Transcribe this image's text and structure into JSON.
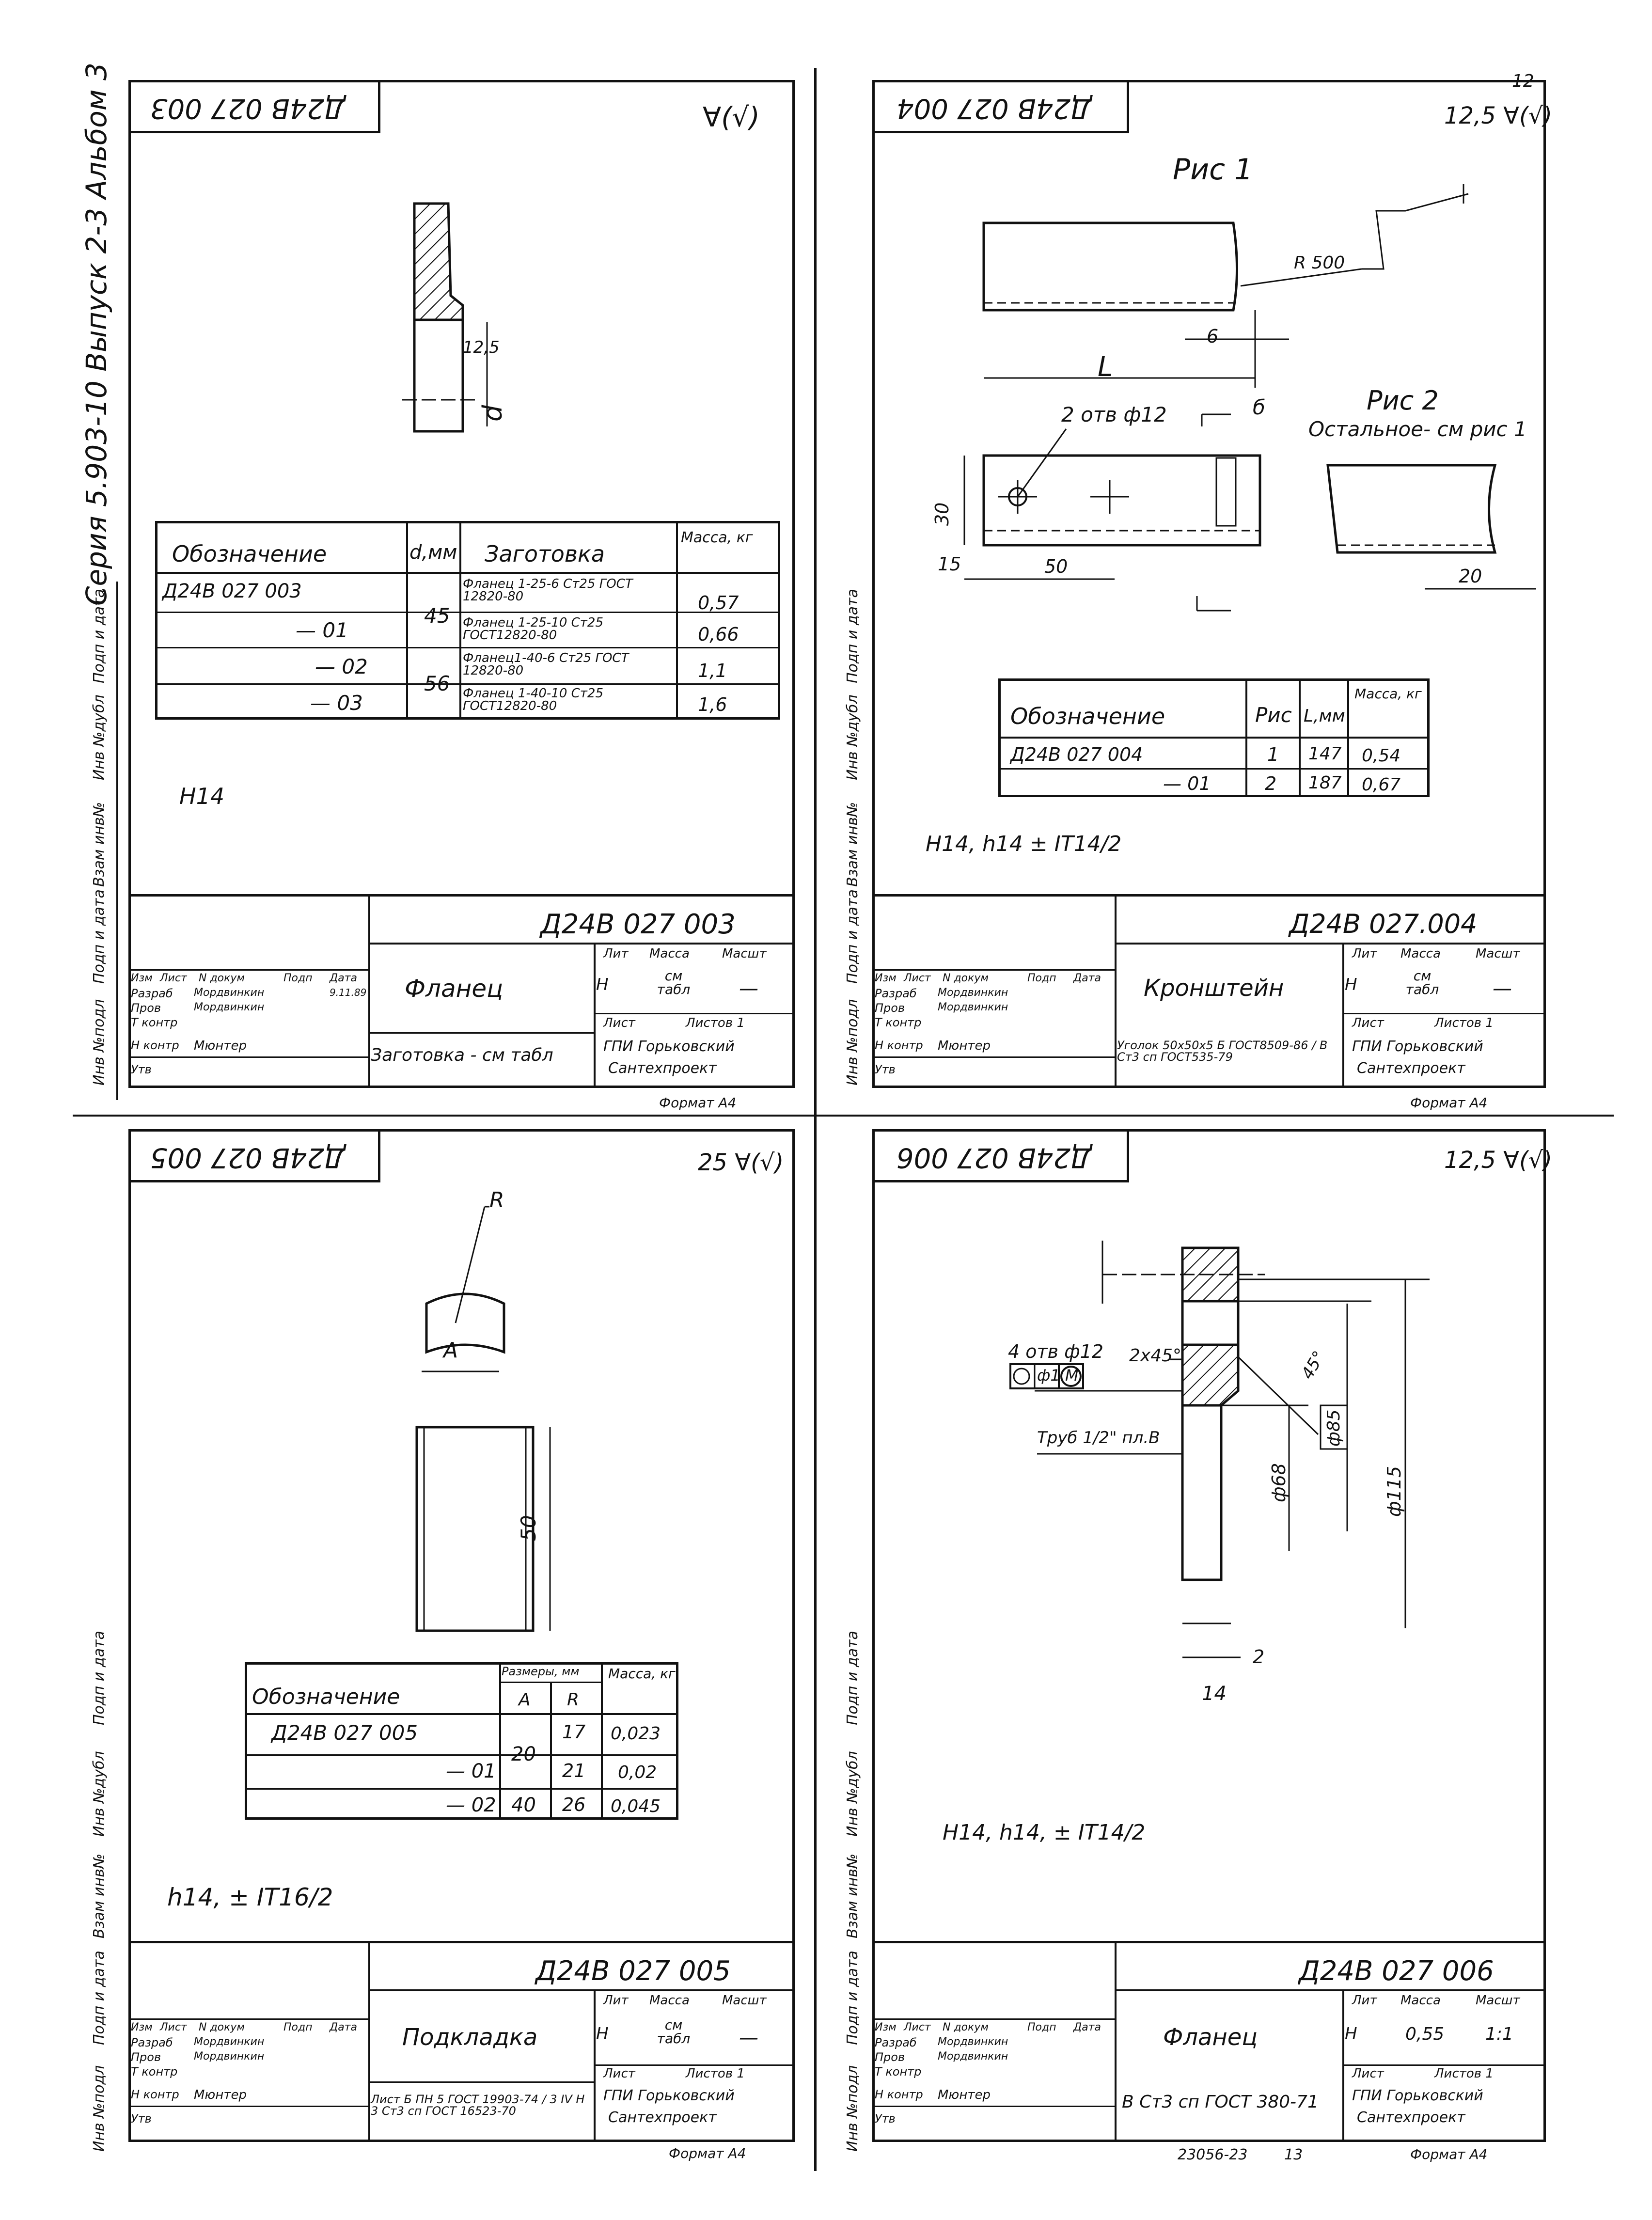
{
  "page": {
    "top_sheet_number": "12",
    "series": "Серия 5.903-10 Выпуск 2-3 Альбом 3",
    "footer_doc_number": "23056-23",
    "footer_sheet": "13"
  },
  "side_strip_labels": [
    "Инв №подл",
    "Подп и дата",
    "Взам инв№",
    "Инв №дубл",
    "Подп и дата"
  ],
  "sheets": {
    "s003": {
      "code": "Д24В 027 003",
      "stamp_code": "Д24В 027 003",
      "roughness": "∀(√)",
      "dim_d": "d",
      "roughness_local": "12,5",
      "tolerance_note": "H14",
      "table": {
        "headers": [
          "Обозначение",
          "d,мм",
          "Заготовка",
          "Масса, кг"
        ],
        "rows": [
          [
            "Д24В 027 003",
            "45",
            "Фланец 1-25-6 Ст25 ГОСТ 12820-80",
            "0,57"
          ],
          [
            "— 01",
            "",
            "Фланец 1-25-10 Ст25 ГОСТ12820-80",
            "0,66"
          ],
          [
            "— 02",
            "56",
            "Фланец1-40-6 Ст25 ГОСТ 12820-80",
            "1,1"
          ],
          [
            "— 03",
            "",
            "Фланец 1-40-10 Ст25 ГОСТ12820-80",
            "1,6"
          ]
        ]
      },
      "title": "Фланец",
      "material": "Заготовка - см табл",
      "lit": "Н",
      "mass": "см табл",
      "scale": "—",
      "sheet": "Лист",
      "sheets": "Листов 1",
      "org1": "ГПИ Горьковский",
      "org2": "Сантехпроект",
      "format": "Формат А4",
      "roles": [
        "Изм",
        "Лист",
        "N докум",
        "Подп",
        "Дата"
      ],
      "people": [
        [
          "Разраб",
          "Мордвинкин"
        ],
        [
          "Пров",
          "Мордвинкин"
        ],
        [
          "Т контр",
          ""
        ],
        [
          "Н контр",
          "Мюнтер"
        ],
        [
          "Утв",
          ""
        ]
      ],
      "date": "9.11.89"
    },
    "s004": {
      "code": "Д24В 027 004",
      "stamp_code": "Д24В 027.004",
      "roughness": "12,5 ∀(√)",
      "fig1": "Рис 1",
      "fig2": "Рис 2",
      "fig2_note": "Остальное- см рис 1",
      "r500": "R 500",
      "dim6": "6",
      "dimL": "L",
      "holes": "2 отв ф12",
      "dim30": "30",
      "dim15": "15",
      "dim50": "50",
      "dim20": "20",
      "dim_b": "б",
      "tolerance_note": "H14, h14 ± IT14/2",
      "table": {
        "headers": [
          "Обозначение",
          "Рис",
          "L,мм",
          "Масса, кг"
        ],
        "rows": [
          [
            "Д24В 027 004",
            "1",
            "147",
            "0,54"
          ],
          [
            "— 01",
            "2",
            "187",
            "0,67"
          ]
        ]
      },
      "title": "Кронштейн",
      "material": "Уголок 50х50х5 Б ГОСТ8509-86 / В Ст3 сп ГОСТ535-79",
      "lit": "Н",
      "mass": "см табл",
      "scale": "—",
      "sheet": "Лист",
      "sheets": "Листов 1",
      "org1": "ГПИ Горьковский",
      "org2": "Сантехпроект",
      "format": "Формат А4"
    },
    "s005": {
      "code": "Д24В 027 005",
      "stamp_code": "Д24В 027 005",
      "roughness": "25 ∀(√)",
      "dimR": "R",
      "dimA": "A",
      "dim50": "50",
      "tolerance_note": "h14, ± IT16/2",
      "table": {
        "headers": [
          "Обозначение",
          "Размеры, мм",
          "A",
          "R",
          "Масса, кг"
        ],
        "rows": [
          [
            "Д24В 027 005",
            "20",
            "17",
            "0,023"
          ],
          [
            "— 01",
            "",
            "21",
            "0,02"
          ],
          [
            "— 02",
            "40",
            "26",
            "0,045"
          ]
        ]
      },
      "title": "Подкладка",
      "material": "Лист Б ПН 5 ГОСТ 19903-74 / 3 IV Н 3 Ст3 сп ГОСТ 16523-70",
      "lit": "Н",
      "mass": "см табл",
      "scale": "—",
      "sheet": "Лист",
      "sheets": "Листов 1",
      "org1": "ГПИ Горьковский",
      "org2": "Сантехпроект",
      "format": "Формат А4"
    },
    "s006": {
      "code": "Д24В 027 006",
      "stamp_code": "Д24В 027 006",
      "roughness": "12,5 ∀(√)",
      "chamfer": "2х45°",
      "angle": "45°",
      "holes": "4 отв ф12",
      "pos_tol": "ф1",
      "pos_mod": "M",
      "pipe": "Труб 1/2\" пл.В",
      "d68": "ф68",
      "d85": "ф85",
      "d115": "ф115",
      "dim2": "2",
      "dim14": "14",
      "tolerance_note": "H14, h14, ± IT14/2",
      "title": "Фланец",
      "material": "В Ст3 сп ГОСТ 380-71",
      "lit": "Н",
      "mass": "0,55",
      "scale": "1:1",
      "sheet": "Лист",
      "sheets": "Листов 1",
      "org1": "ГПИ Горьковский",
      "org2": "Сантехпроект",
      "format": "Формат А4"
    }
  },
  "stamp_headers": {
    "lit": "Лит",
    "mass": "Масса",
    "scale": "Масшт"
  }
}
